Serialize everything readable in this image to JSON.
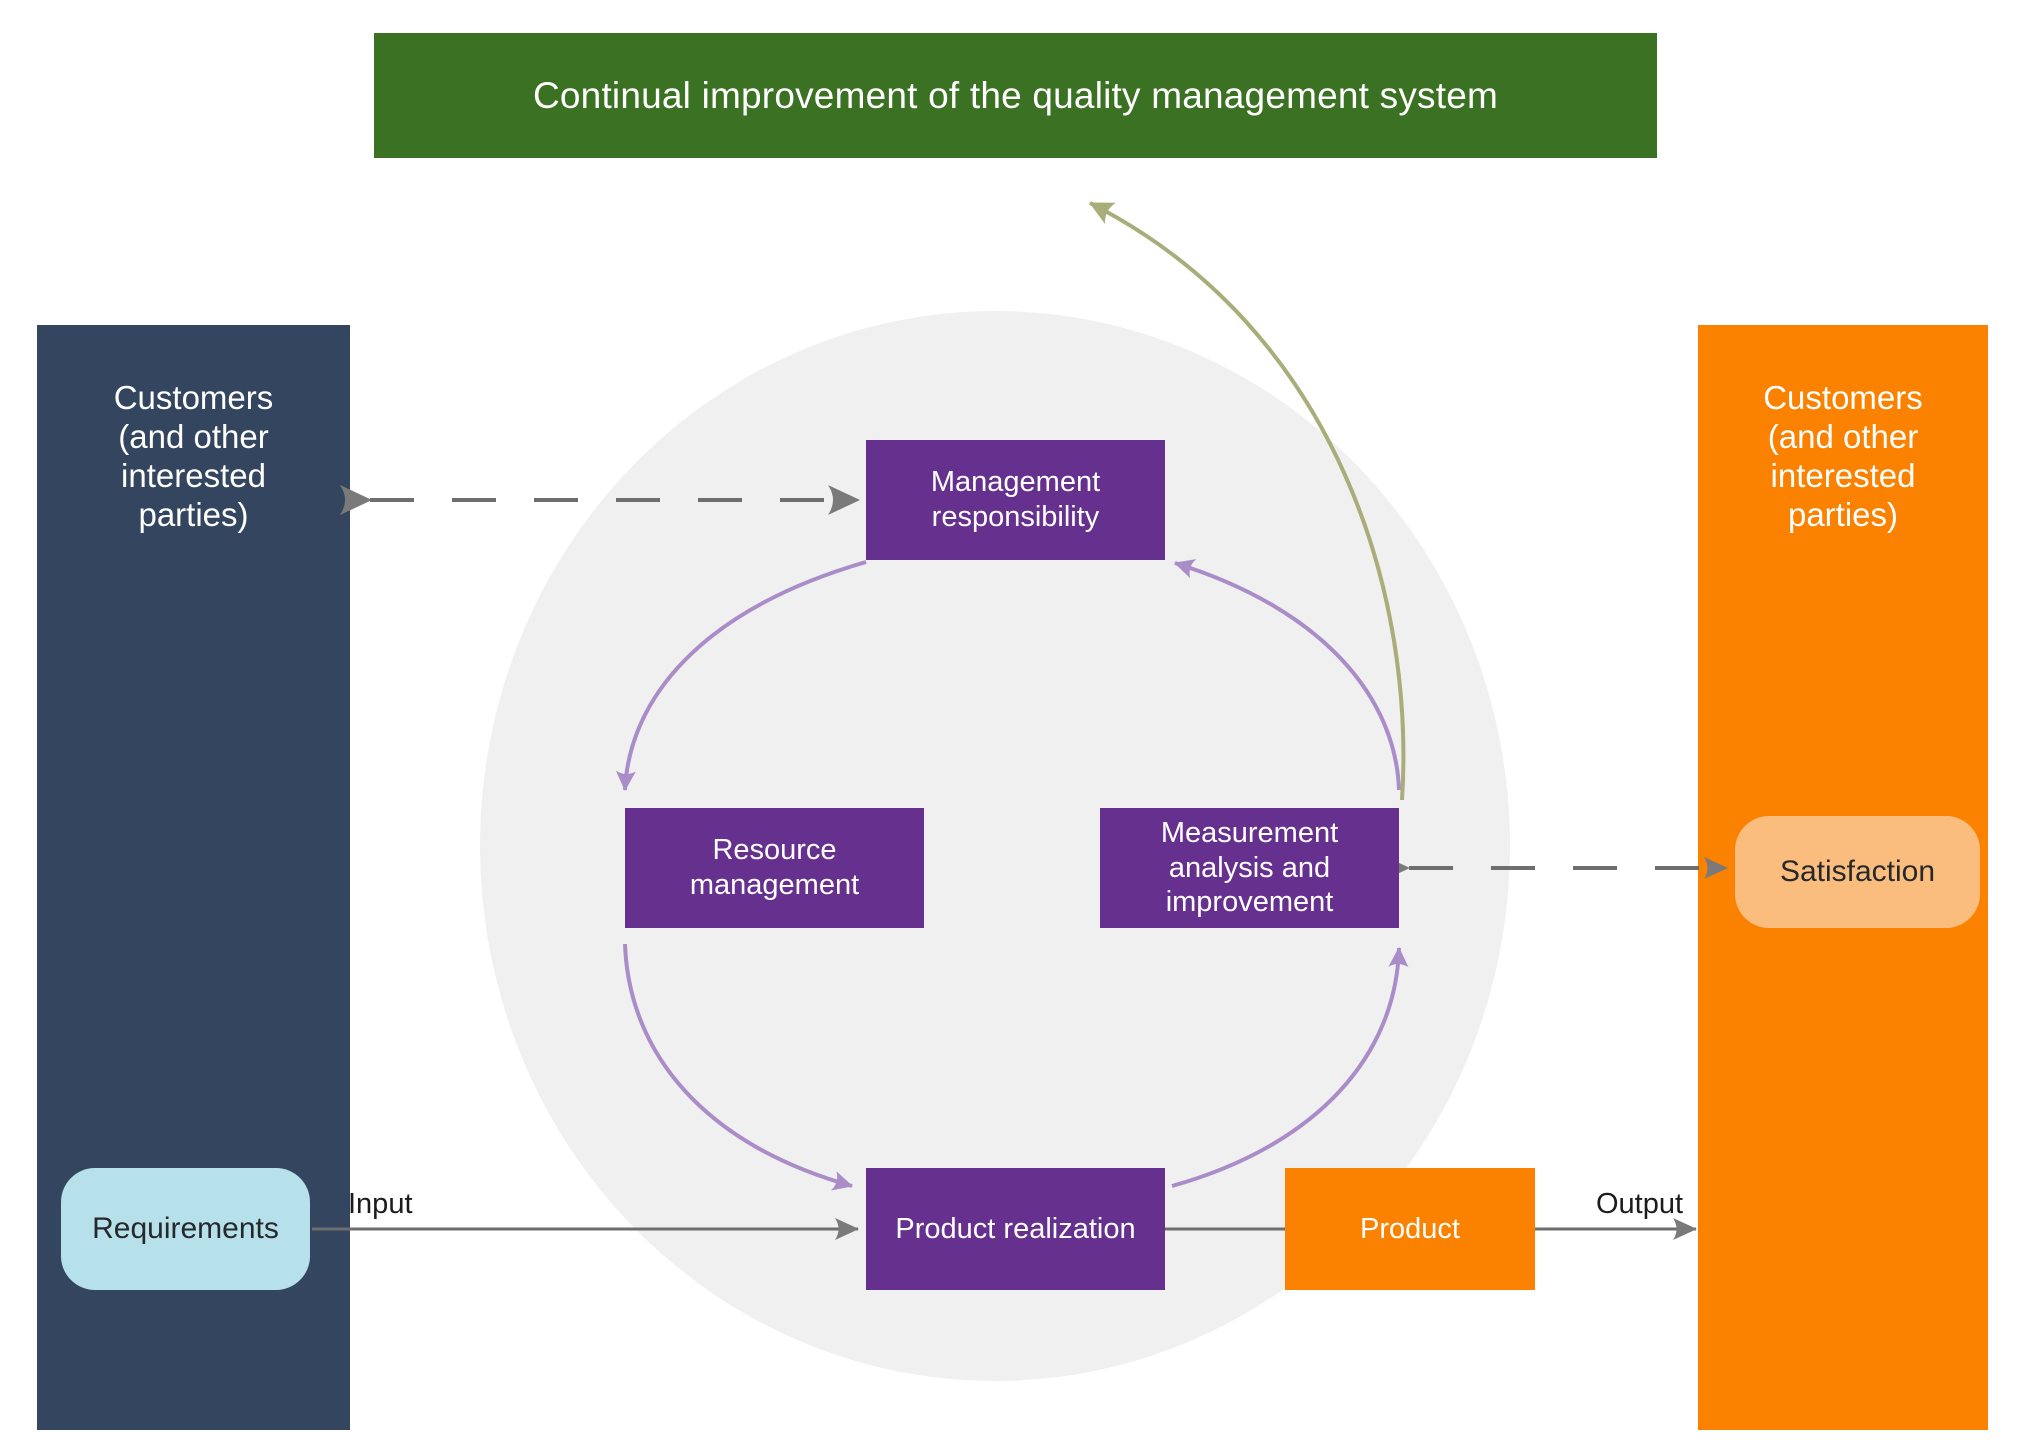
{
  "header": {
    "title": "Continual improvement of the quality management system",
    "color": "#3a7122"
  },
  "panels": {
    "left": {
      "title": "Customers\n(and other\ninterested\nparties)",
      "color": "#34465f",
      "pill": {
        "label": "Requirements",
        "color": "#b6e1ea"
      }
    },
    "right": {
      "title": "Customers\n(and other\ninterested\nparties)",
      "color": "#fa8200",
      "pill": {
        "label": "Satisfaction",
        "color": "#fbbd7e"
      }
    }
  },
  "circle": {
    "color": "#f0f0f0"
  },
  "process_boxes": [
    {
      "id": "management",
      "label": "Management\nresponsibility",
      "color": "#66308f"
    },
    {
      "id": "resource",
      "label": "Resource\nmanagement",
      "color": "#66308f"
    },
    {
      "id": "measurement",
      "label": "Measurement\nanalysis and\nimprovement",
      "color": "#66308f"
    },
    {
      "id": "product_real",
      "label": "Product realization",
      "color": "#66308f"
    },
    {
      "id": "product",
      "label": "Product",
      "color": "#fa8200"
    }
  ],
  "edge_labels": {
    "input": "Input",
    "output": "Output"
  },
  "connector_colors": {
    "dashed_gray": "#6e6e6e",
    "solid_gray": "#6e6e6e",
    "cycle_purple": "#a98cc8",
    "improvement_olive": "#a8ad79"
  }
}
